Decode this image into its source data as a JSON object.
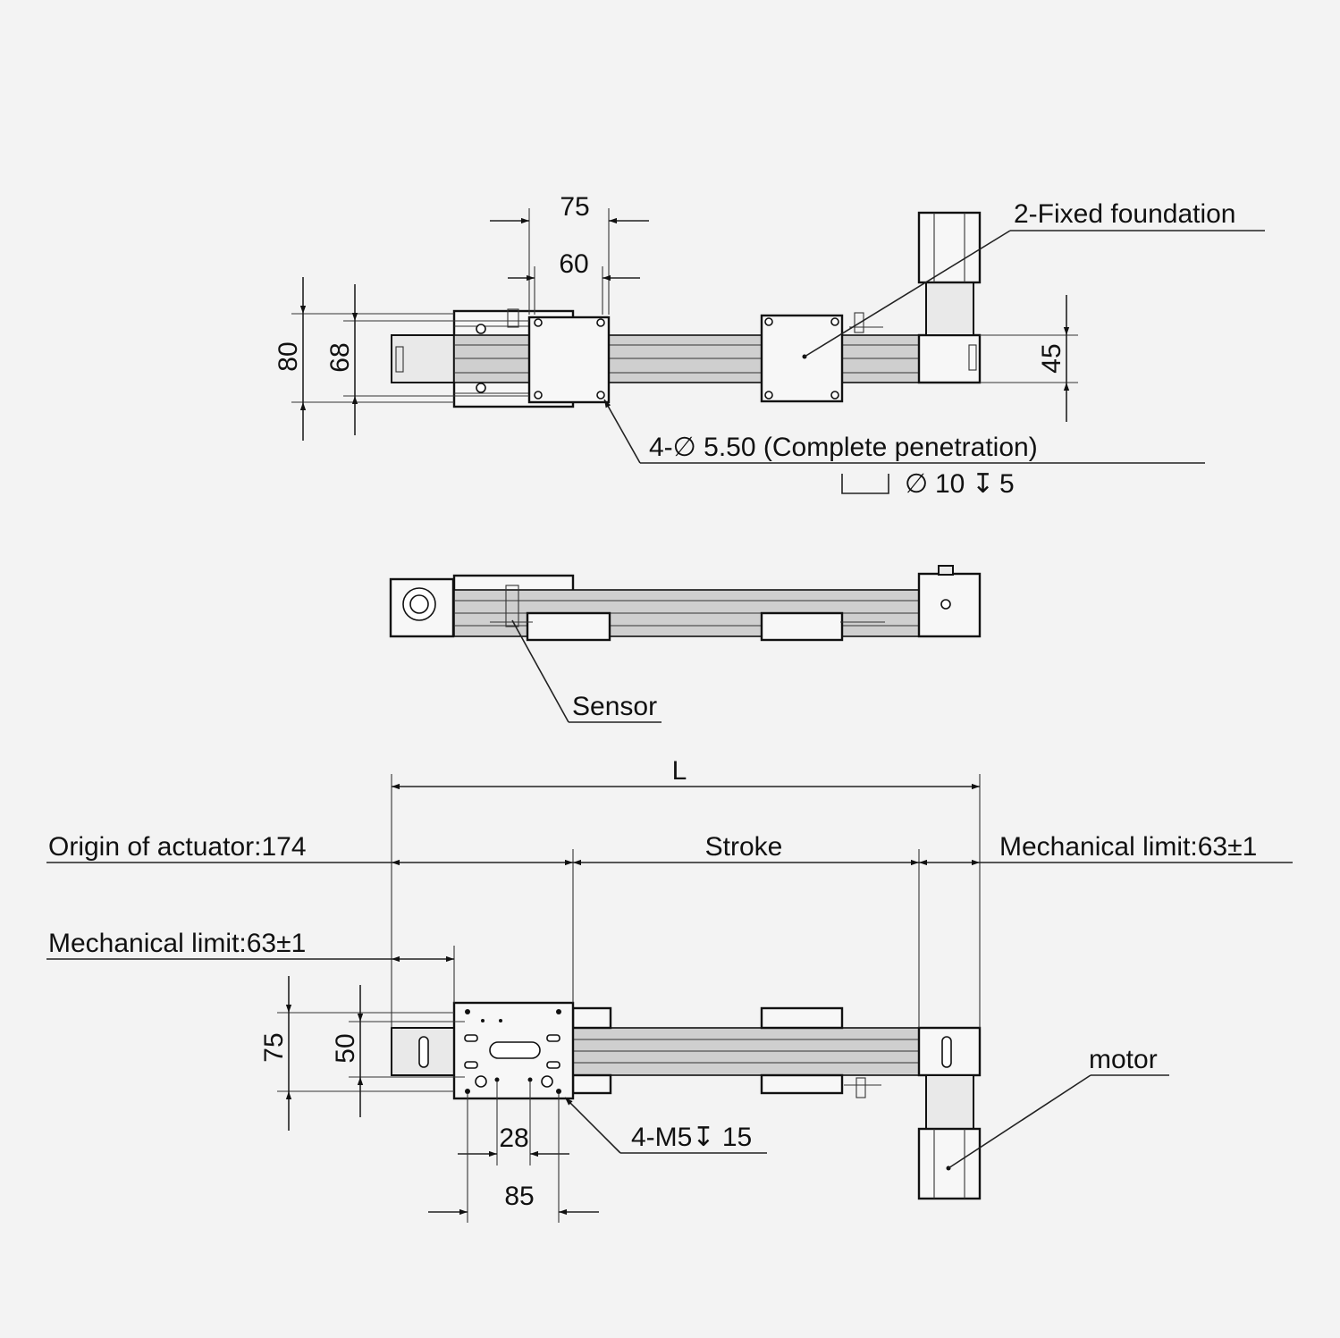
{
  "top_view": {
    "dim_75": "75",
    "dim_60": "60",
    "dim_80": "80",
    "dim_68": "68",
    "dim_45": "45",
    "fixed_foundation": "2-Fixed foundation",
    "hole_spec": "4-∅ 5.50 (Complete penetration)",
    "counterbore_diameter": "∅",
    "counterbore_value": "10",
    "counterbore_depth_symbol": "↧",
    "counterbore_depth": "5"
  },
  "side_view": {
    "sensor": "Sensor"
  },
  "bottom_view": {
    "length": "L",
    "origin": "Origin of actuator:174",
    "stroke": "Stroke",
    "mech_limit_right": "Mechanical limit:63±1",
    "mech_limit_left": "Mechanical limit:63±1",
    "dim_75": "75",
    "dim_50": "50",
    "dim_28": "28",
    "dim_85": "85",
    "tap_spec": "4-M5↧ 15",
    "motor": "motor"
  },
  "colors": {
    "background": "#f3f3f3",
    "line": "#111111",
    "rail_fill": "#cfcfcf"
  }
}
